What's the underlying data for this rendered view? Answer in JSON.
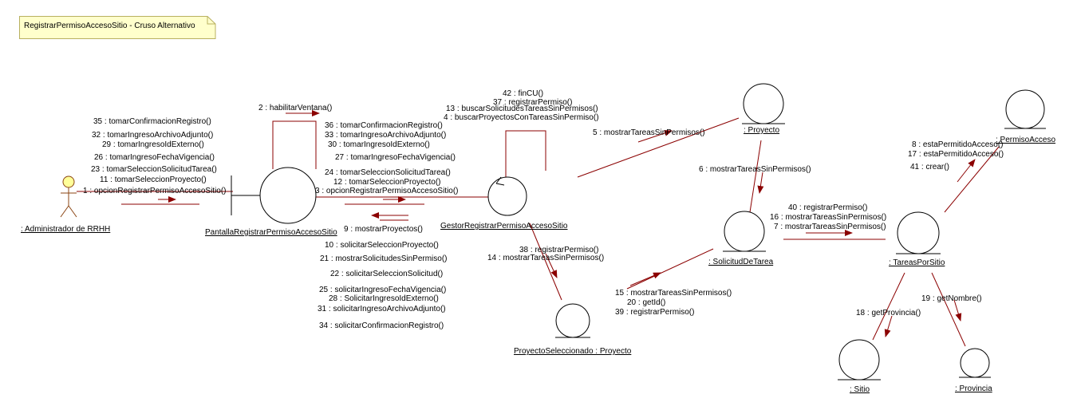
{
  "colors": {
    "link": "#8b0000",
    "note_fill": "#ffffcc",
    "note_border": "#b8b060",
    "actor_fill": "#ffff99"
  },
  "note": {
    "title": "RegistrarPermisoAccesoSitio - Cruso Alternativo"
  },
  "objects": {
    "actor": ": Administrador de RRHH",
    "pantalla": "PantallaRegistrarPermisoAccesoSitio",
    "gestor": "GestorRegistrarPermisoAccesoSitio",
    "proyecto": ": Proyecto",
    "proyecto_sel": "ProyectoSeleccionado : Proyecto",
    "solicitud": ": SolicitudDeTarea",
    "tareas": ": TareasPorSitio",
    "permiso": ": PermisoAcceso",
    "sitio": ": Sitio",
    "provincia": ": Provincia"
  },
  "messages": {
    "actor_pantalla": [
      "35 : tomarConfirmacionRegistro()",
      "32 : tomarIngresoArchivoAdjunto()",
      "29 : tomarIngresoIdExterno()",
      "26 : tomarIngresoFechaVigencia()",
      "23 : tomarSeleccionSolicitudTarea()",
      "11 : tomarSeleccionProyecto()",
      "1 : opcionRegistrarPermisoAccesoSitio()"
    ],
    "pantalla_self": [
      "2 : habilitarVentana()"
    ],
    "pantalla_gestor": [
      "36 : tomarConfirmacionRegistro()",
      "33 : tomarIngresoArchivoAdjunto()",
      "30 : tomarIngresoIdExterno()",
      "27 : tomarIngresoFechaVigencia()",
      "24 : tomarSeleccionSolicitudTarea()",
      "12 : tomarSeleccionProyecto()",
      "3 : opcionRegistrarPermisoAccesoSitio()"
    ],
    "gestor_pantalla": [
      "9 : mostrarProyectos()",
      "10 : solicitarSeleccionProyecto()",
      "21 : mostrarSolicitudesSinPermiso()",
      "22 : solicitarSeleccionSolicitud()",
      "25 : solicitarIngresoFechaVigencia()",
      "28 : SolicitarIngresoIdExterno()",
      "31 : solicitarIngresoArchivoAdjunto()",
      "34 : solicitarConfirmacionRegistro()"
    ],
    "gestor_self": [
      "42 : finCU()",
      "37 : registrarPermiso()",
      "13 : buscarSolicitudesTareasSinPermisos()",
      "4 : buscarProyectosConTareasSinPermiso()"
    ],
    "gestor_proyecto": [
      "5 : mostrarTareasSinPermisos()"
    ],
    "proyecto_solicitud": [
      "6 : mostrarTareasSinPermisos()"
    ],
    "gestor_proyecto_sel": [
      "38 : registrarPermiso()",
      "14 : mostrarTareasSinPermisos()"
    ],
    "gestor_solicitud": [
      "15 : mostrarTareasSinPermisos()",
      "20 : getId()",
      "39 : registrarPermiso()"
    ],
    "solicitud_tareas": [
      "40 : registrarPermiso()",
      "16 : mostrarTareasSinPermisos()",
      "7 : mostrarTareasSinPermisos()"
    ],
    "tareas_permiso": [
      "8 : estaPermitidoAcceso()",
      "17 : estaPermitidoAcceso()",
      "41 : crear()"
    ],
    "tareas_sitio": [
      "18 : getProvincia()"
    ],
    "tareas_provincia": [
      "19 : getNombre()"
    ]
  }
}
